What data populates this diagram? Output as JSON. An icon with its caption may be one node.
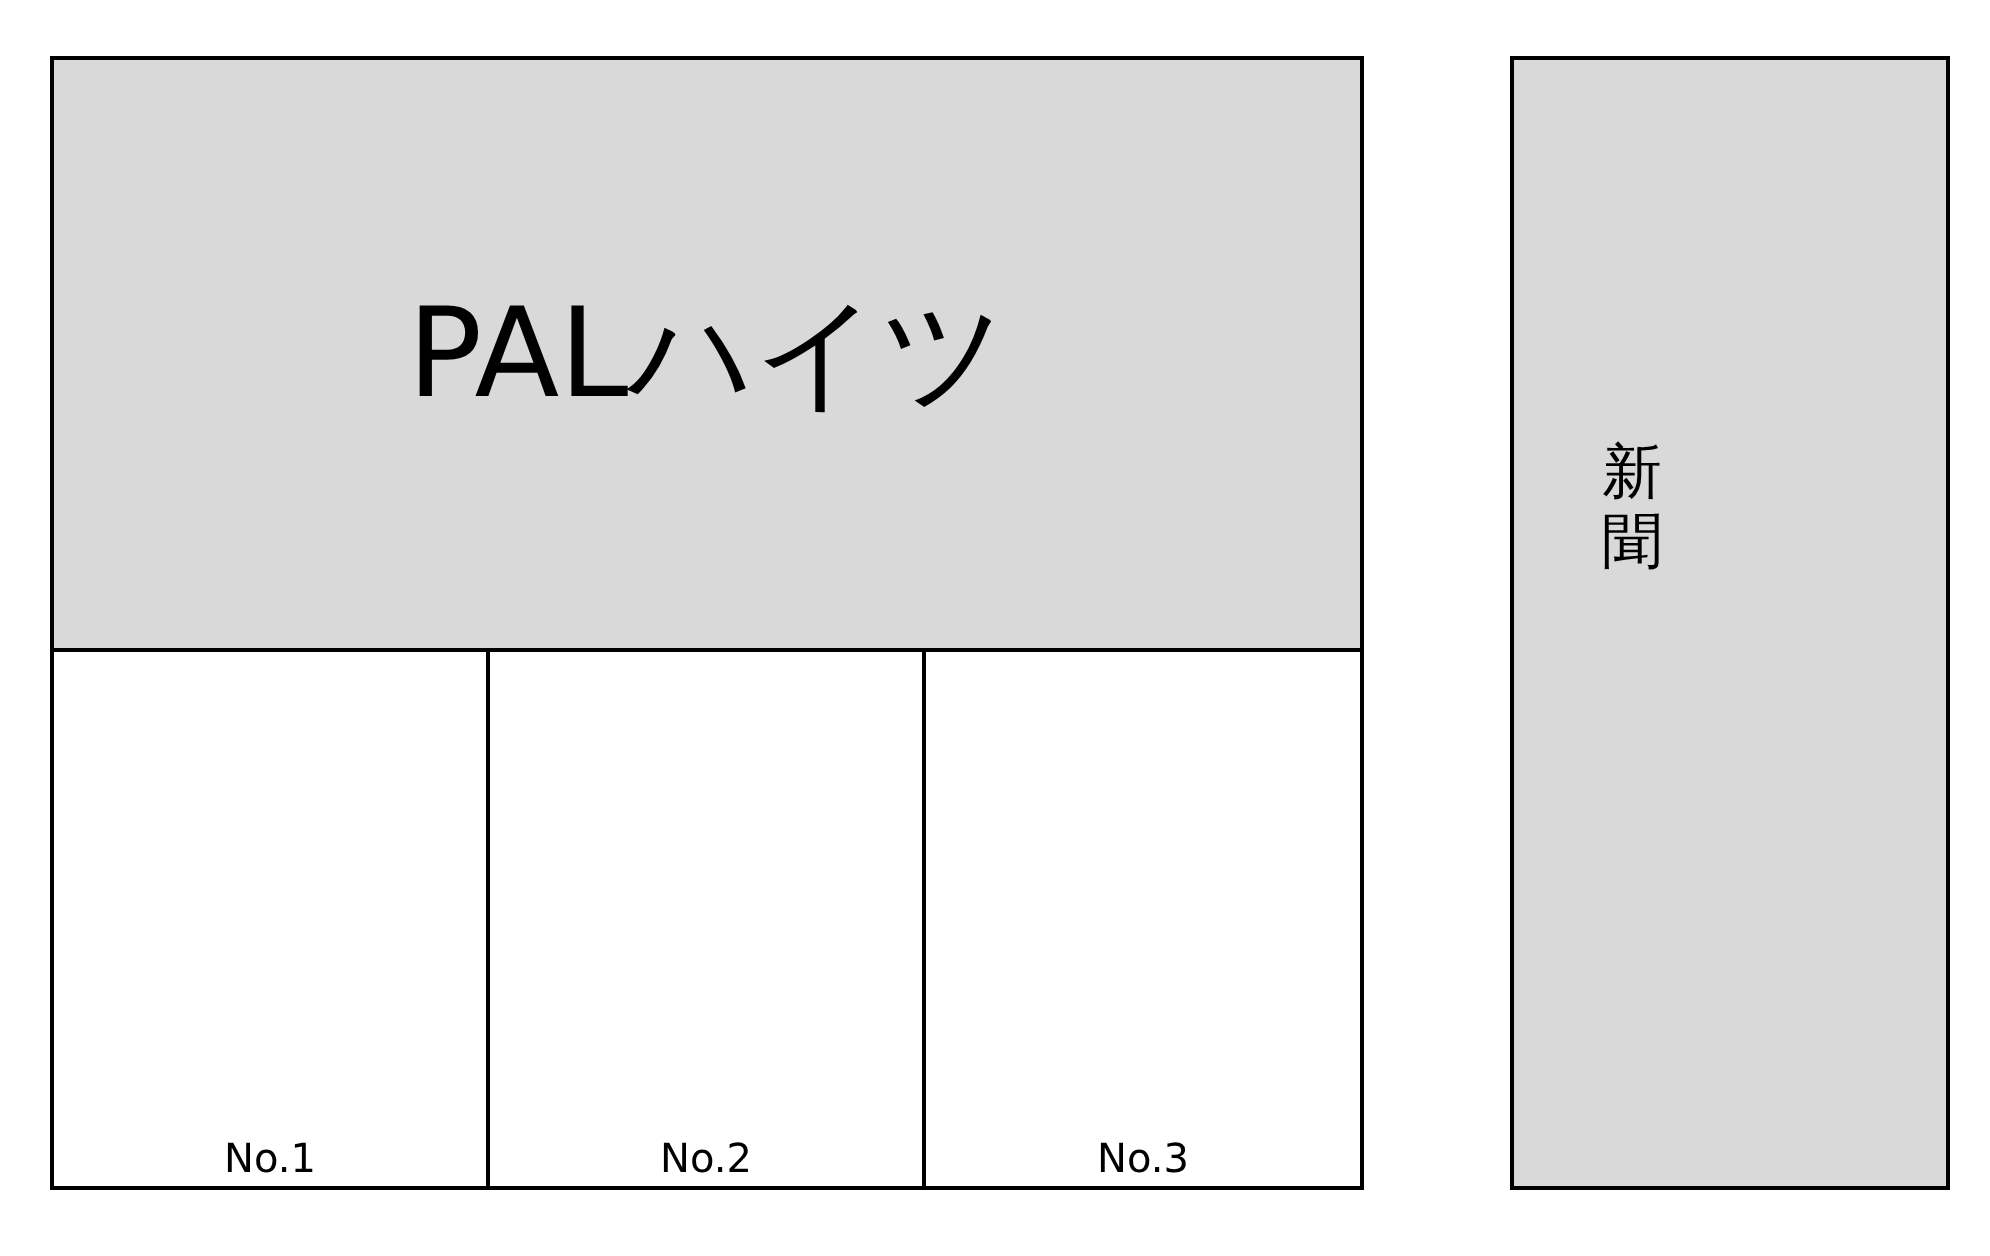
{
  "diagram": {
    "nodes": [
      {
        "text": [
          "PALハイツ"
        ]
      },
      {
        "text": [
          "No.1"
        ]
      },
      {
        "text": [
          "No.2"
        ]
      },
      {
        "text": [
          "No.3"
        ]
      },
      {
        "text": [
          "新聞"
        ]
      }
    ]
  }
}
